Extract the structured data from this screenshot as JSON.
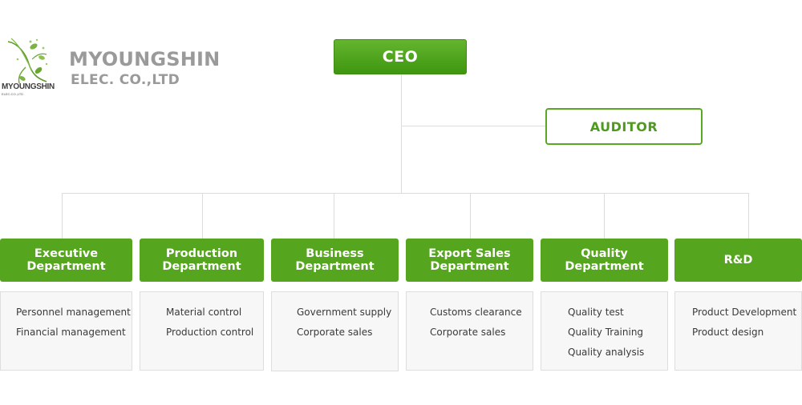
{
  "logo": {
    "small_text": "MYOUNGSHIN",
    "tiny_text": "ELEC.CO.,LTD",
    "icon": "leaf-sprout-icon",
    "accent_color": "#79b43a"
  },
  "company": {
    "name": "MYOUNGSHIN",
    "sub": "ELEC. CO.,LTD"
  },
  "ceo": {
    "label": "CEO"
  },
  "auditor": {
    "label": "AUDITOR"
  },
  "colors": {
    "primary_green": "#55a51e",
    "dark_green": "#3e8c14",
    "connector": "#dcdcdc"
  },
  "departments": [
    {
      "label": "Executive Department",
      "tasks": [
        "Personnel management",
        "Financial management"
      ]
    },
    {
      "label": "Production Department",
      "tasks": [
        "Material control",
        "Production control"
      ]
    },
    {
      "label": "Business Department",
      "tasks": [
        "Government supply",
        "Corporate sales"
      ]
    },
    {
      "label": "Export Sales Department",
      "tasks": [
        "Customs clearance",
        "Corporate sales"
      ]
    },
    {
      "label": "Quality Department",
      "tasks": [
        "Quality test",
        "Quality Training",
        "Quality analysis"
      ]
    },
    {
      "label": "R&D",
      "tasks": [
        "Product Development",
        "Product design"
      ]
    }
  ]
}
